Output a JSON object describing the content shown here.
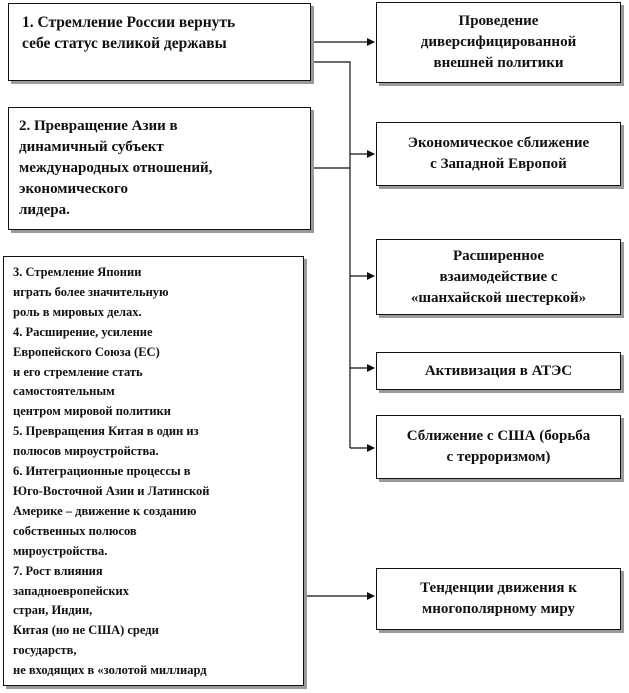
{
  "left_boxes": [
    {
      "lines": [
        "1. Стремление России вернуть",
        "себе статус великой державы"
      ]
    },
    {
      "lines": [
        "2. Превращение Азии в",
        "динамичный субъект",
        "международных отношений,",
        "экономического",
        "лидера."
      ]
    },
    {
      "lines": [
        "3. Стремление Японии",
        "играть более значительную",
        "роль в мировых делах.",
        "4.  Расширение, усиление",
        "Европейского Союза (ЕС)",
        "и  его стремление  стать",
        "самостоятельным",
        "центром мировой политики",
        "5. Превращения  Китая  в один из",
        "полюсов мироустройства.",
        "6. Интеграционные процессы в",
        "Юго-Восточной Азии и Латинской",
        "Америке  – движение к созданию",
        "собственных полюсов",
        "мироустройства.",
        "7. Рост влияния",
        "западноевропейских",
        "стран,  Индии,",
        "Китая  (но не США)  среди",
        "государств,",
        "не входящих  в «золотой миллиард"
      ]
    }
  ],
  "right_boxes": [
    {
      "lines": [
        "Проведение",
        "диверсифицированной",
        "внешней политики"
      ]
    },
    {
      "lines": [
        "Экономическое сближение",
        "с Западной Европой"
      ]
    },
    {
      "lines": [
        "Расширенное",
        "взаимодействие с",
        "«шанхайской шестеркой»"
      ]
    },
    {
      "lines": [
        "Активизация в АТЭС"
      ]
    },
    {
      "lines": [
        "Сближение с США (борьба",
        "с терроризмом)"
      ]
    },
    {
      "lines": [
        "Тенденции движения к",
        "многополярному миру"
      ]
    }
  ]
}
